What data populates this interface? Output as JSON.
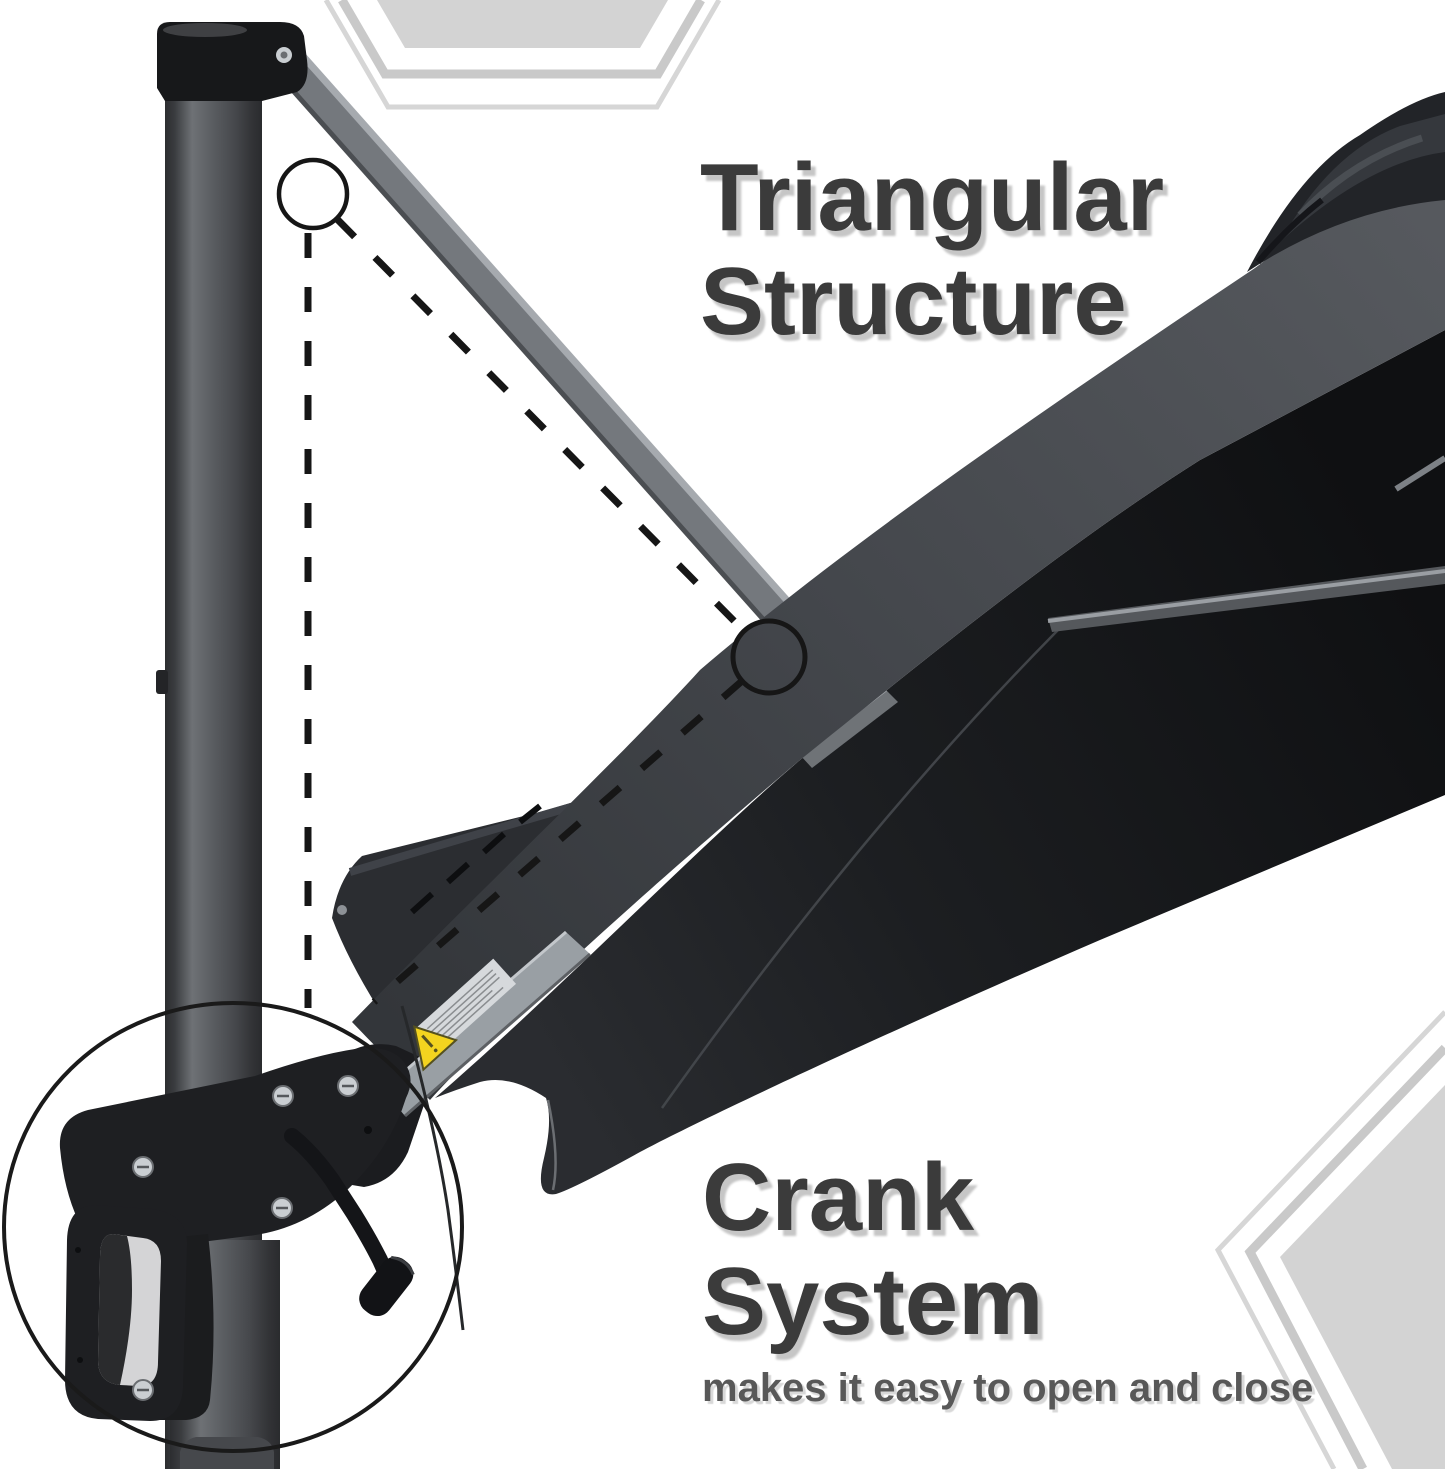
{
  "page": {
    "background": "#ffffff"
  },
  "features": [
    {
      "id": "triangular-structure",
      "title_lines": [
        "Triangular",
        "Structure"
      ],
      "subtitle": ""
    },
    {
      "id": "crank-system",
      "title_lines": [
        "Crank",
        "System"
      ],
      "subtitle": "makes it easy to open and close"
    }
  ],
  "colors": {
    "heading_text": "#3b3b3b",
    "heading_shadow": "#c6c6c6",
    "subtitle_text": "#585858",
    "canopy_black": "#1a1c1f",
    "canopy_band_gray": "#45484d",
    "frame_aluminum": "#74787d",
    "pole_dark_gray": "#515458",
    "plastic_black": "#1b1c1f",
    "warning_yellow": "#f3d41f",
    "label_silver": "#d6d9dc",
    "hexagon_fill": "#d3d3d3",
    "hexagon_outline": "#c9c9c9",
    "annotation_line": "#161616",
    "screw_silver": "#caced2"
  }
}
